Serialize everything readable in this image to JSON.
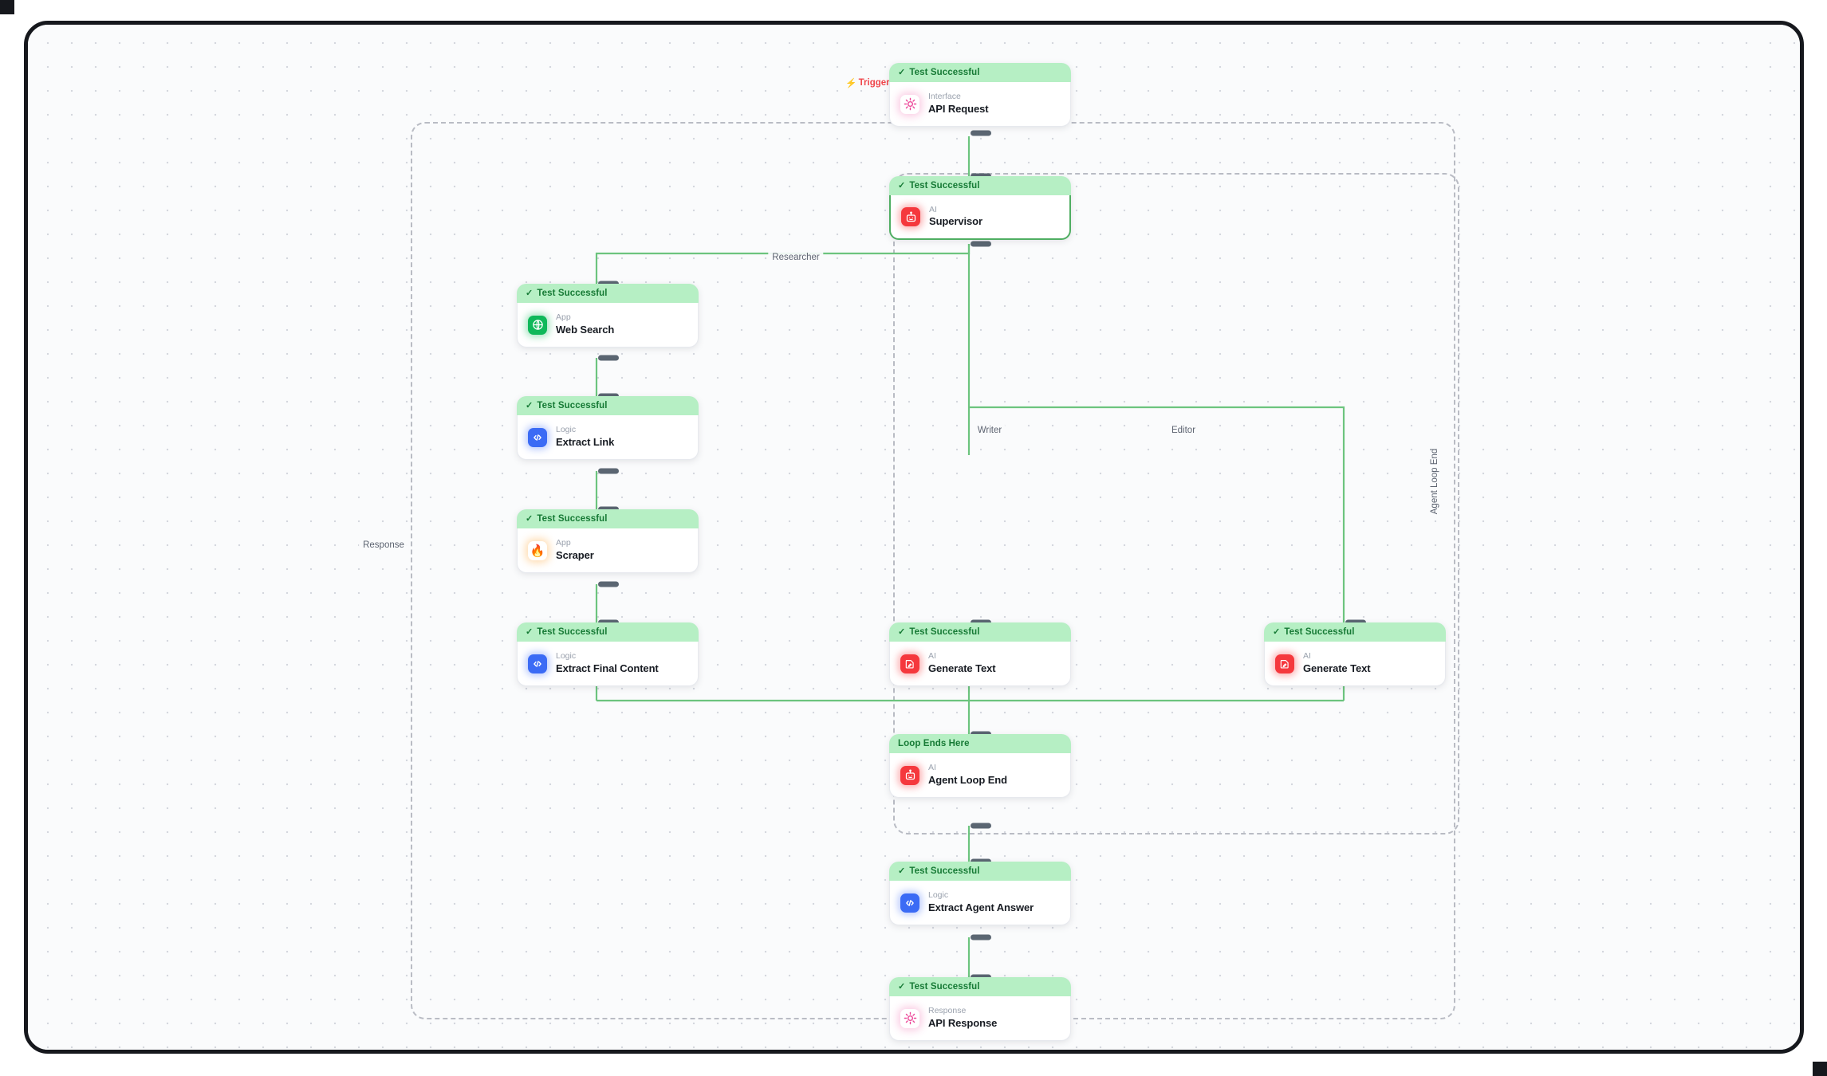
{
  "canvas": {
    "background": "#fafbfc",
    "grid_dot_color": "#d4d7de",
    "frame_color": "#16181d"
  },
  "status_labels": {
    "test_successful": "Test Successful",
    "loop_ends_here": "Loop Ends Here",
    "check_glyph": "✓"
  },
  "colors": {
    "success_header_bg": "#b6efc4",
    "success_header_text": "#167a35",
    "edge_green": "#6cc47e",
    "trigger_red": "#f0474c",
    "ai_icon": "#f5383d",
    "logic_icon": "#3b6bf5",
    "app_icon": "#0fb85a",
    "interface_icon": "#ec4899",
    "selected_border": "#4fae62"
  },
  "nodes": [
    {
      "id": "api-request",
      "status": "Test Successful",
      "status_type": "success",
      "kind": "Interface",
      "title": "API Request",
      "icon": "interface-sun-icon",
      "selected": false
    },
    {
      "id": "supervisor",
      "status": "Test Successful",
      "status_type": "success",
      "kind": "AI",
      "title": "Supervisor",
      "icon": "ai-robot-icon",
      "selected": true
    },
    {
      "id": "web-search",
      "status": "Test Successful",
      "status_type": "success",
      "kind": "App",
      "title": "Web Search",
      "icon": "globe-icon",
      "selected": false
    },
    {
      "id": "extract-link",
      "status": "Test Successful",
      "status_type": "success",
      "kind": "Logic",
      "title": "Extract Link",
      "icon": "code-brackets-icon",
      "selected": false
    },
    {
      "id": "scraper",
      "status": "Test Successful",
      "status_type": "success",
      "kind": "App",
      "title": "Scraper",
      "icon": "flame-icon",
      "selected": false
    },
    {
      "id": "extract-final-content",
      "status": "Test Successful",
      "status_type": "success",
      "kind": "Logic",
      "title": "Extract Final Content",
      "icon": "code-brackets-icon",
      "selected": false
    },
    {
      "id": "generate-text-writer",
      "status": "Test Successful",
      "status_type": "success",
      "kind": "AI",
      "title": "Generate Text",
      "icon": "ai-document-icon",
      "selected": false
    },
    {
      "id": "generate-text-editor",
      "status": "Test Successful",
      "status_type": "success",
      "kind": "AI",
      "title": "Generate Text",
      "icon": "ai-document-icon",
      "selected": false
    },
    {
      "id": "agent-loop-end",
      "status": "Loop Ends Here",
      "status_type": "loop-end",
      "kind": "AI",
      "title": "Agent Loop End",
      "icon": "ai-robot-icon",
      "selected": false
    },
    {
      "id": "extract-agent-answer",
      "status": "Test Successful",
      "status_type": "success",
      "kind": "Logic",
      "title": "Extract Agent Answer",
      "icon": "code-brackets-icon",
      "selected": false
    },
    {
      "id": "api-response",
      "status": "Test Successful",
      "status_type": "success",
      "kind": "Response",
      "title": "API Response",
      "icon": "interface-sun-icon",
      "selected": false
    }
  ],
  "edge_labels": {
    "trigger": "Trigger",
    "researcher": "Researcher",
    "writer": "Writer",
    "editor": "Editor",
    "response": "Response",
    "agent_loop_end": "Agent Loop End"
  }
}
